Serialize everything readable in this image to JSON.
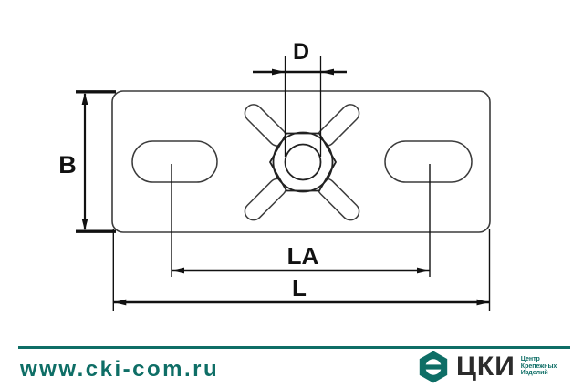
{
  "colors": {
    "accent_teal": "#0E6E66",
    "ink": "#111111",
    "background": "#FFFFFF"
  },
  "drawing": {
    "dimension_labels": {
      "hole_diameter": "D",
      "plate_width": "B",
      "slot_spacing": "LA",
      "plate_length": "L"
    }
  },
  "footer": {
    "website": "www.cki-com.ru",
    "logo": {
      "abbr": "ЦКИ",
      "tagline": [
        "Центр",
        "Крепежных",
        "Изделий"
      ]
    }
  }
}
